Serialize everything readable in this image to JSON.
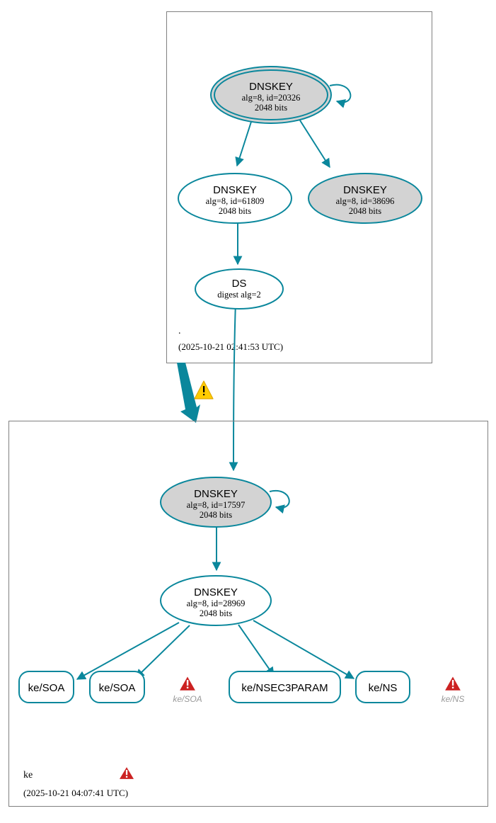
{
  "diagram": {
    "title": "DNSSEC authentication chain",
    "colors": {
      "edge": "#0a879c",
      "node_stroke": "#0a879c",
      "secure_fill": "#d3d3d3",
      "plain_fill": "#ffffff",
      "zone_border": "#808080",
      "error_red": "#cc2222",
      "warning_yellow": "#ffcc00",
      "label_gray": "#999999"
    },
    "zones": [
      {
        "id": "root",
        "name": ".",
        "timestamp": "(2025-10-21 02:41:53 UTC)",
        "status_icon": null,
        "nodes": [
          {
            "id": "root-ksk-20326",
            "type": "DNSKEY",
            "title": "DNSKEY",
            "line2": "alg=8, id=20326",
            "line3": "2048 bits",
            "fill": "secure",
            "trust_anchor": true,
            "self_signed": true
          },
          {
            "id": "root-zsk-61809",
            "type": "DNSKEY",
            "title": "DNSKEY",
            "line2": "alg=8, id=61809",
            "line3": "2048 bits",
            "fill": "plain",
            "trust_anchor": false,
            "self_signed": false
          },
          {
            "id": "root-ksk-38696",
            "type": "DNSKEY",
            "title": "DNSKEY",
            "line2": "alg=8, id=38696",
            "line3": "2048 bits",
            "fill": "secure",
            "trust_anchor": false,
            "self_signed": false
          },
          {
            "id": "root-ds",
            "type": "DS",
            "title": "DS",
            "line2": "digest alg=2",
            "line3": "",
            "fill": "plain",
            "trust_anchor": false,
            "self_signed": false
          }
        ]
      },
      {
        "id": "ke",
        "name": "ke",
        "timestamp": "(2025-10-21 04:07:41 UTC)",
        "status_icon": "error-triangle-icon",
        "nodes": [
          {
            "id": "ke-ksk-17597",
            "type": "DNSKEY",
            "title": "DNSKEY",
            "line2": "alg=8, id=17597",
            "line3": "2048 bits",
            "fill": "secure",
            "trust_anchor": false,
            "self_signed": true
          },
          {
            "id": "ke-zsk-28969",
            "type": "DNSKEY",
            "title": "DNSKEY",
            "line2": "alg=8, id=28969",
            "line3": "2048 bits",
            "fill": "plain",
            "trust_anchor": false,
            "self_signed": false
          }
        ],
        "rrsets": [
          {
            "id": "ke-soa-1",
            "label": "ke/SOA"
          },
          {
            "id": "ke-soa-2",
            "label": "ke/SOA"
          },
          {
            "id": "ke-nsec3param",
            "label": "ke/NSEC3PARAM"
          },
          {
            "id": "ke-ns",
            "label": "ke/NS"
          }
        ],
        "error_markers": [
          {
            "id": "err-ke-soa",
            "label": "ke/SOA",
            "icon": "error-triangle-icon"
          },
          {
            "id": "err-ke-ns",
            "label": "ke/NS",
            "icon": "error-triangle-icon"
          }
        ]
      }
    ],
    "delegation": {
      "icon": "warning-triangle-icon",
      "from_zone": ".",
      "to_zone": "ke"
    }
  }
}
